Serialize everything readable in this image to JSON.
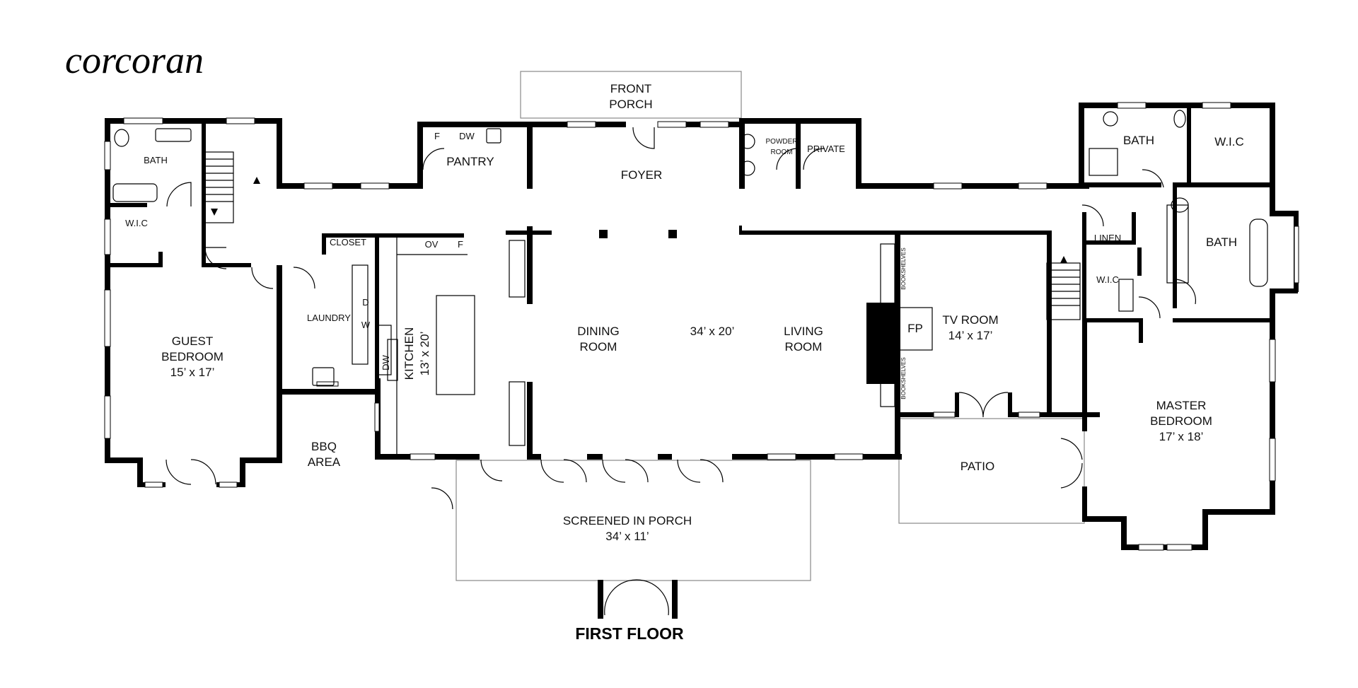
{
  "brand": "corcoran",
  "floor_title": "FIRST FLOOR",
  "rooms": {
    "front_porch": [
      "FRONT",
      "PORCH"
    ],
    "foyer": "FOYER",
    "pantry": "PANTRY",
    "pantry_f": "F",
    "pantry_dw": "DW",
    "powder_room": [
      "POWDER",
      "ROOM"
    ],
    "private": "PRIVATE",
    "bath_left": "BATH",
    "wic_left": "W.I.C",
    "closet": "CLOSET",
    "laundry": "LAUNDRY",
    "laundry_d": "D",
    "laundry_w": "W",
    "guest_bedroom": [
      "GUEST",
      "BEDROOM",
      "15’ x 17’"
    ],
    "bbq_area": [
      "BBQ",
      "AREA"
    ],
    "kitchen": [
      "KITCHEN",
      "13’ x 20’"
    ],
    "kitchen_ov": "OV",
    "kitchen_f": "F",
    "kitchen_dw": "DW",
    "dining_room": [
      "DINING",
      "ROOM"
    ],
    "main_dims": "34’ x 20’",
    "living_room": [
      "LIVING",
      "ROOM"
    ],
    "fp": "FP",
    "bookshelves": "BOOKSHELVES",
    "tv_room": [
      "TV ROOM",
      "14’ x 17’"
    ],
    "patio": "PATIO",
    "screened_porch": [
      "SCREENED IN PORCH",
      "34’ x 11’"
    ],
    "bath_right_top": "BATH",
    "wic_right_top": "W.I.C",
    "linen": "LINEN",
    "wic_right": "W.I.C",
    "bath_right": "BATH",
    "master_bedroom": [
      "MASTER",
      "BEDROOM",
      "17’ x 18’"
    ]
  }
}
